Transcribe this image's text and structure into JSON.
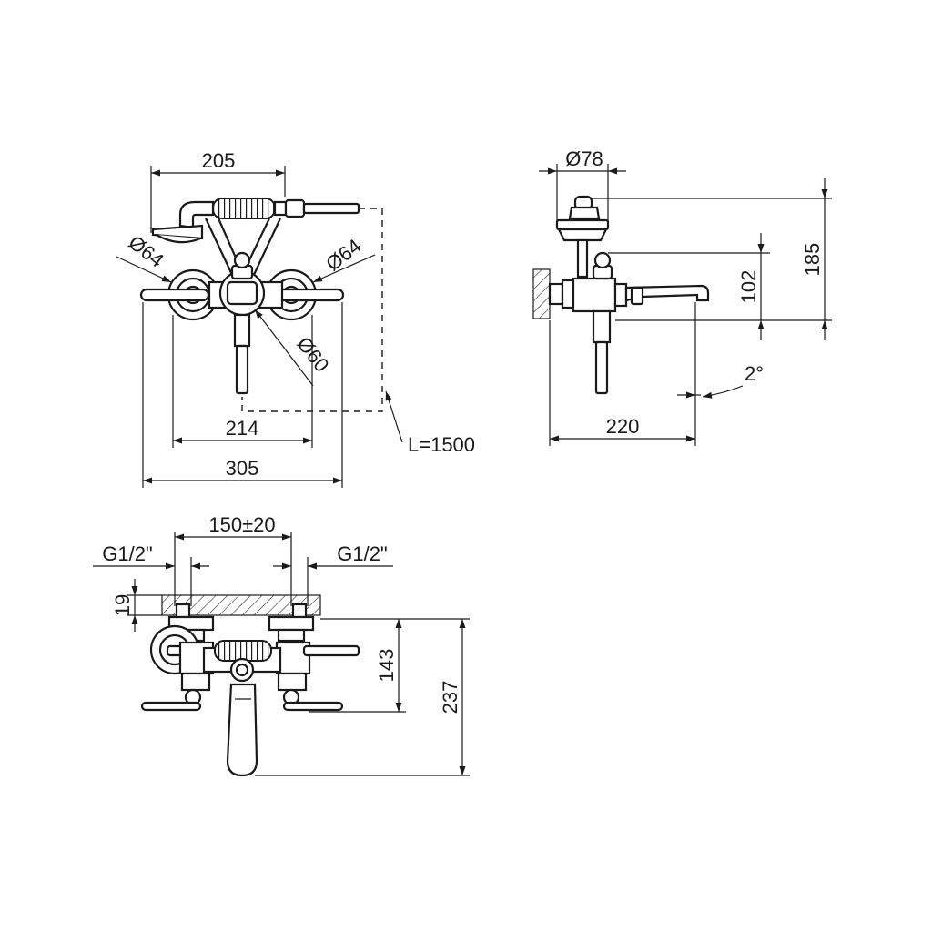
{
  "front_view": {
    "width_handshower": "205",
    "dia_left_rosette": "Ø64",
    "dia_right_rosette": "Ø64",
    "dia_spout": "Ø60",
    "width_inner": "214",
    "width_overall": "305",
    "hose_length": "L=1500"
  },
  "side_view": {
    "dia_shower_head": "Ø78",
    "height_total": "185",
    "height_body": "102",
    "spout_angle": "2°",
    "projection": "220"
  },
  "top_view": {
    "center_distance": "150±20",
    "inlet_left": "G1/2\"",
    "inlet_right": "G1/2\"",
    "wall_distance": "19",
    "depth_body": "143",
    "depth_overall": "237"
  },
  "colors": {
    "line": "#1a1a1a",
    "background": "#ffffff"
  }
}
